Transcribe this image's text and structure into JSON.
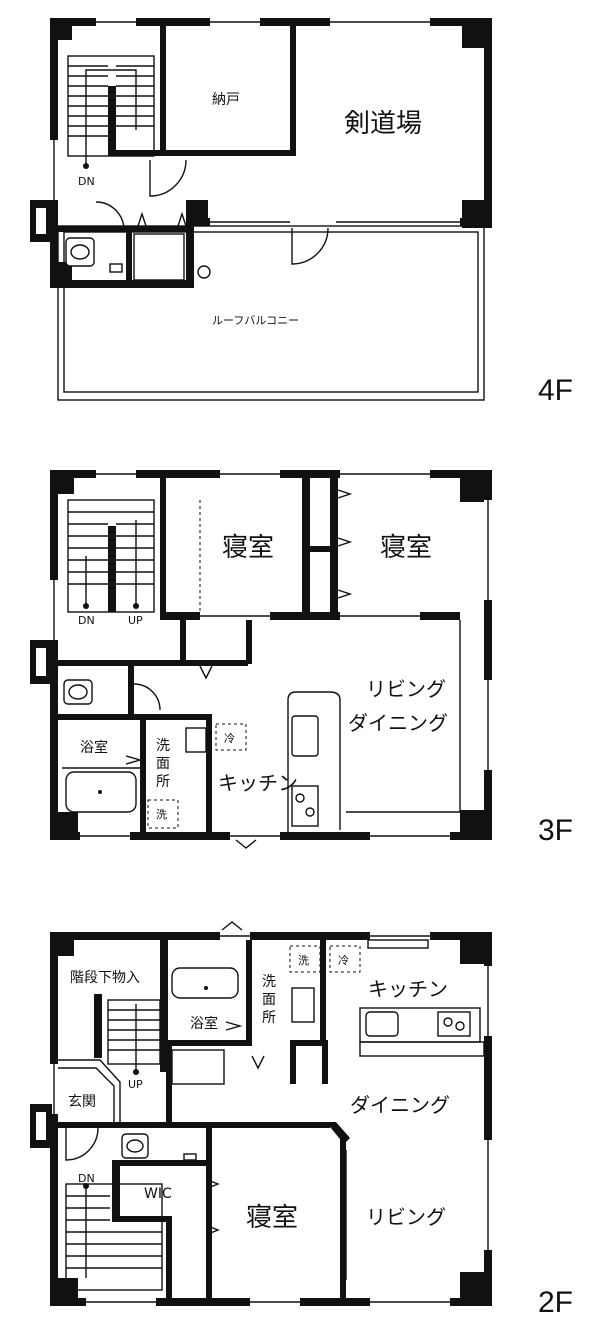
{
  "floors": {
    "f4": {
      "label": "4F",
      "rooms": {
        "storage": "納戸",
        "dojo": "剣道場",
        "balcony": "ルーフバルコニー"
      },
      "stairs": {
        "dn": "DN"
      }
    },
    "f3": {
      "label": "3F",
      "rooms": {
        "bedroom_a": "寝室",
        "bedroom_b": "寝室",
        "living_1": "リビング",
        "living_2": "ダイニング",
        "kitchen": "キッチン",
        "bath": "浴室",
        "wash_1": "洗",
        "wash_2": "面",
        "wash_3": "所",
        "fridge_mark": "冷",
        "washer_mark": "洗"
      },
      "stairs": {
        "dn": "DN",
        "up": "UP"
      }
    },
    "f2": {
      "label": "2F",
      "rooms": {
        "under_stairs": "階段下物入",
        "bath": "浴室",
        "wash_1": "洗",
        "wash_2": "面",
        "wash_3": "所",
        "kitchen": "キッチン",
        "dining": "ダイニング",
        "entrance": "玄関",
        "wic": "WIC",
        "bedroom": "寝室",
        "living": "リビング",
        "washer_mark": "洗",
        "fridge_mark": "冷"
      },
      "stairs": {
        "up": "UP",
        "dn": "DN"
      }
    }
  }
}
